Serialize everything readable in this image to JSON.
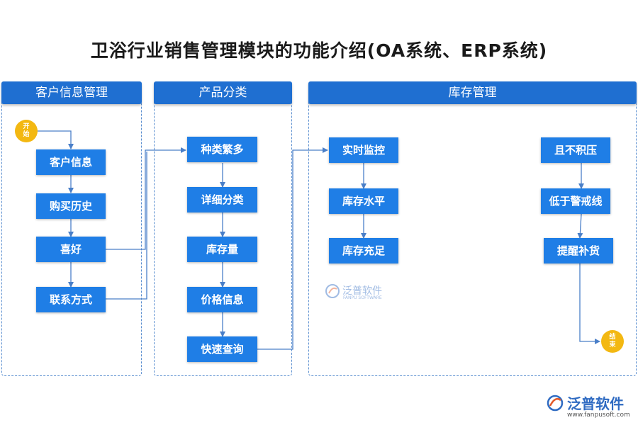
{
  "title": "卫浴行业销售管理模块的功能介绍(OA系统、ERP系统)",
  "lanes": [
    {
      "header": "客户信息管理"
    },
    {
      "header": "产品分类"
    },
    {
      "header": "库存管理"
    }
  ],
  "start_label": "开始",
  "end_label": "结束",
  "customer_nodes": [
    "客户信息",
    "购买历史",
    "喜好",
    "联系方式"
  ],
  "product_nodes": [
    "种类繁多",
    "详细分类",
    "库存量",
    "价格信息",
    "快速查询"
  ],
  "inventory_nodes_left": [
    "实时监控",
    "库存水平",
    "库存充足"
  ],
  "inventory_nodes_right": [
    "且不积压",
    "低于警戒线",
    "提醒补货"
  ],
  "watermark": {
    "name": "泛普软件",
    "sub": "FANPU SOFTWARE"
  },
  "footer_logo": {
    "name": "泛普软件",
    "url": "www.fanpusoft.com"
  },
  "colors": {
    "header": "#1f6fd1",
    "node": "#1f7ee6",
    "circle": "#f3b812",
    "line": "#4a7fc8"
  }
}
